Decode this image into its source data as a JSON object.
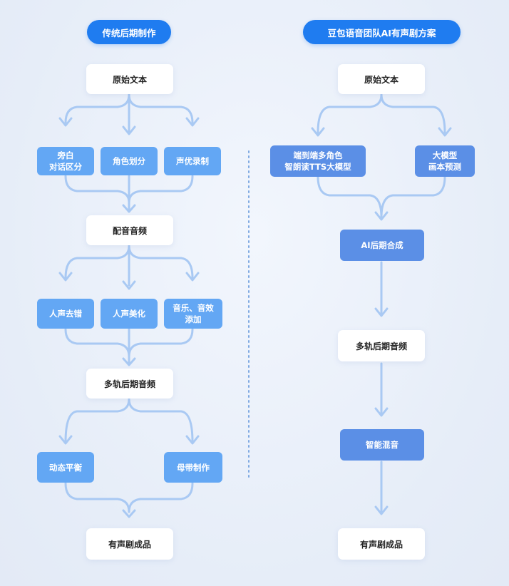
{
  "left": {
    "header": "传统后期制作",
    "source": "原始文本",
    "stage1": [
      "旁白\n对话区分",
      "角色划分",
      "声优录制"
    ],
    "mid1": "配音音频",
    "stage2": [
      "人声去错",
      "人声美化",
      "音乐、音效\n添加"
    ],
    "mid2": "多轨后期音频",
    "stage3": [
      "动态平衡",
      "母带制作"
    ],
    "result": "有声剧成品"
  },
  "right": {
    "header": "豆包语音团队AI有声剧方案",
    "source": "原始文本",
    "stage1": [
      "端到端多角色\n智朗读TTS大模型",
      "大模型\n画本预测"
    ],
    "synthesis": "AI后期合成",
    "multitrack": "多轨后期音频",
    "mixing": "智能混音",
    "result": "有声剧成品"
  },
  "colors": {
    "accent": "#1f7cf0",
    "box_blue": "#63a7f4",
    "box_blue_dark": "#5b8fe6",
    "connector": "#a9c9f3",
    "divider": "#7fa9e2"
  }
}
